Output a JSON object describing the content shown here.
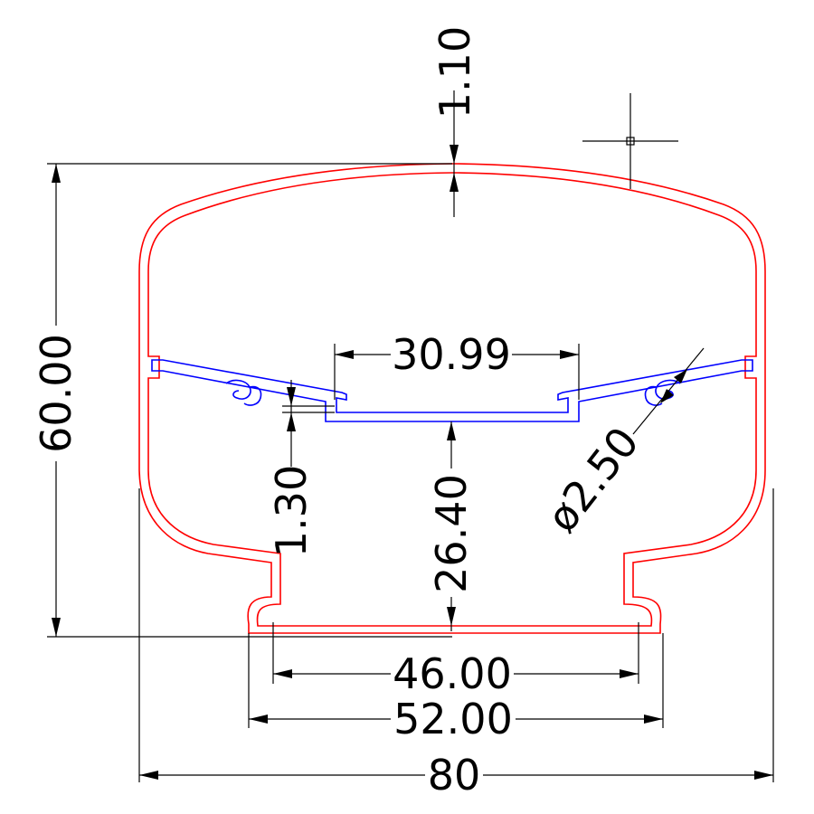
{
  "dimensions": {
    "top_thickness": "1.10",
    "height": "60.00",
    "inner_width": "30.99",
    "insert_thickness": "1.30",
    "insert_depth": "26.40",
    "hole_diameter": "ø2.50",
    "foot_inner": "46.00",
    "foot_outer": "52.00",
    "overall_width": "80"
  },
  "colors": {
    "outer_profile": "#ff0000",
    "insert_profile": "#0000ff",
    "dimension_lines": "#000000"
  },
  "icons": {
    "cursor": "crosshair-cursor-icon"
  }
}
